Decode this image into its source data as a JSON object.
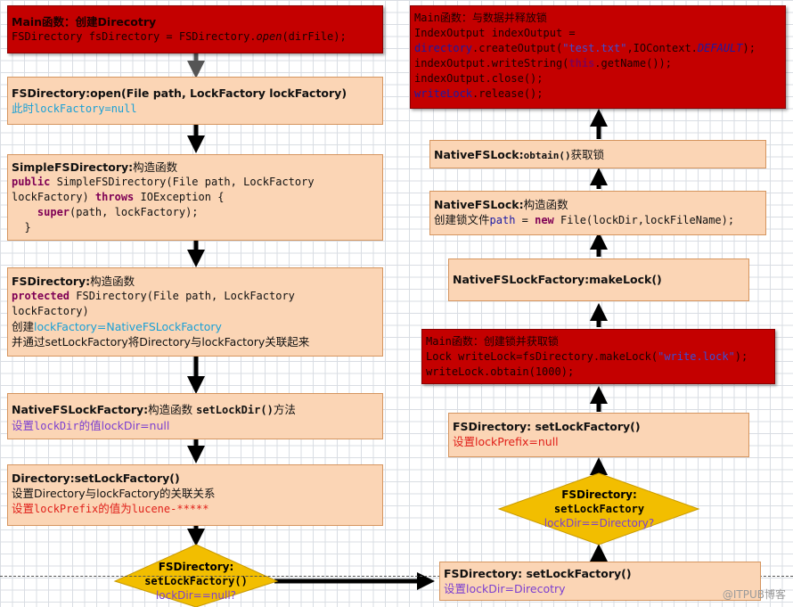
{
  "left": {
    "b1": {
      "l1": "Main函数：创建Direcotry",
      "l2a": "FSDirectory fsDirectory = FSDirectory.",
      "l2b": "open",
      "l2c": "(dirFile);"
    },
    "b2": {
      "l1": "FSDirectory:open(File path, LockFactory lockFactory)",
      "l2a": "此时",
      "l2b": "lockFactory=null"
    },
    "b3": {
      "l1a": "SimpleFSDirectory:",
      "l1b": "构造函数",
      "l2a": " public",
      "l2b": " SimpleFSDirectory(File path, LockFactory",
      "l3a": "lockFactory) ",
      "l3b": "throws",
      "l3c": " IOException {",
      "l4a": "    super",
      "l4b": "(path, lockFactory);",
      "l5": "  }"
    },
    "b4": {
      "l1a": "FSDirectory:",
      "l1b": "构造函数",
      "l2a": "protected",
      "l2b": " FSDirectory(File path, LockFactory",
      "l3": "lockFactory)",
      "l4a": "创建",
      "l4b": "lockFactory=NativeFSLockFactory",
      "l5": "并通过setLockFactory将Directory与lockFactory关联起来"
    },
    "b5": {
      "l1a": "NativeFSLockFactory:",
      "l1b": "构造函数 ",
      "l1c": "setLockDir()",
      "l1d": "方法",
      "l2a": "设置",
      "l2b": "lockDir",
      "l2c": "的值",
      "l2d": "lockDir=null"
    },
    "b6": {
      "l1": "Directory:setLockFactory()",
      "l2": "设置Directory与lockFactory的关联关系",
      "l3a": "设置",
      "l3b": "lockPrefix",
      "l3c": "的值为",
      "l3d": "lucene-*****"
    },
    "d1": {
      "l1": "FSDirectory:",
      "l2": "setLockFactory()",
      "l3": "lockDir==null?"
    }
  },
  "right": {
    "r1": {
      "l1": "Main函数：与数据并释放锁",
      "l2": "IndexOutput indexOutput =",
      "l3a": "directory",
      "l3b": ".createOutput(",
      "l3c": "\"test.txt\"",
      "l3d": ",IOContext.",
      "l3e": "DEFAULT",
      "l3f": ");",
      "l4a": "indexOutput.writeString(",
      "l4b": "this",
      "l4c": ".getName());",
      "l5": "indexOutput.close();",
      "l6a": "writeLock",
      "l6b": ".release();"
    },
    "r2": {
      "l1a": "NativeFSLock:",
      "l1b": "obtain()",
      "l1c": "获取锁"
    },
    "r3": {
      "l1a": "NativeFSLock:",
      "l1b": "构造函数",
      "l2a": "创建锁文件",
      "l2b": "path",
      "l2c": " = ",
      "l2d": "new",
      "l2e": " File(lockDir,lockFileName);"
    },
    "r4": {
      "l1": "NativeFSLockFactory:makeLock()"
    },
    "r5": {
      "l1": "Main函数：创建锁并获取锁",
      "l2a": "Lock writeLock=fsDirectory.makeLock(",
      "l2b": "\"write.lock\"",
      "l2c": ");",
      "l3": "writeLock.obtain(1000);"
    },
    "r6": {
      "l1": "FSDirectory:  setLockFactory()",
      "l2a": "设置",
      "l2b": "lockPrefix=null"
    },
    "d2": {
      "l1": "FSDirectory:",
      "l2": "setLockFactory",
      "l3": "lockDir==Directory?"
    },
    "r7": {
      "l1": "FSDirectory:  setLockFactory()",
      "l2a": "设置",
      "l2b": "lockDir=Direcotry"
    }
  },
  "watermark": "@ITPUB博客",
  "colors": {
    "red_box": "#c40000",
    "orange_box": "#fbd5b5",
    "diamond": "#f2be00",
    "arrow": "#000000"
  }
}
